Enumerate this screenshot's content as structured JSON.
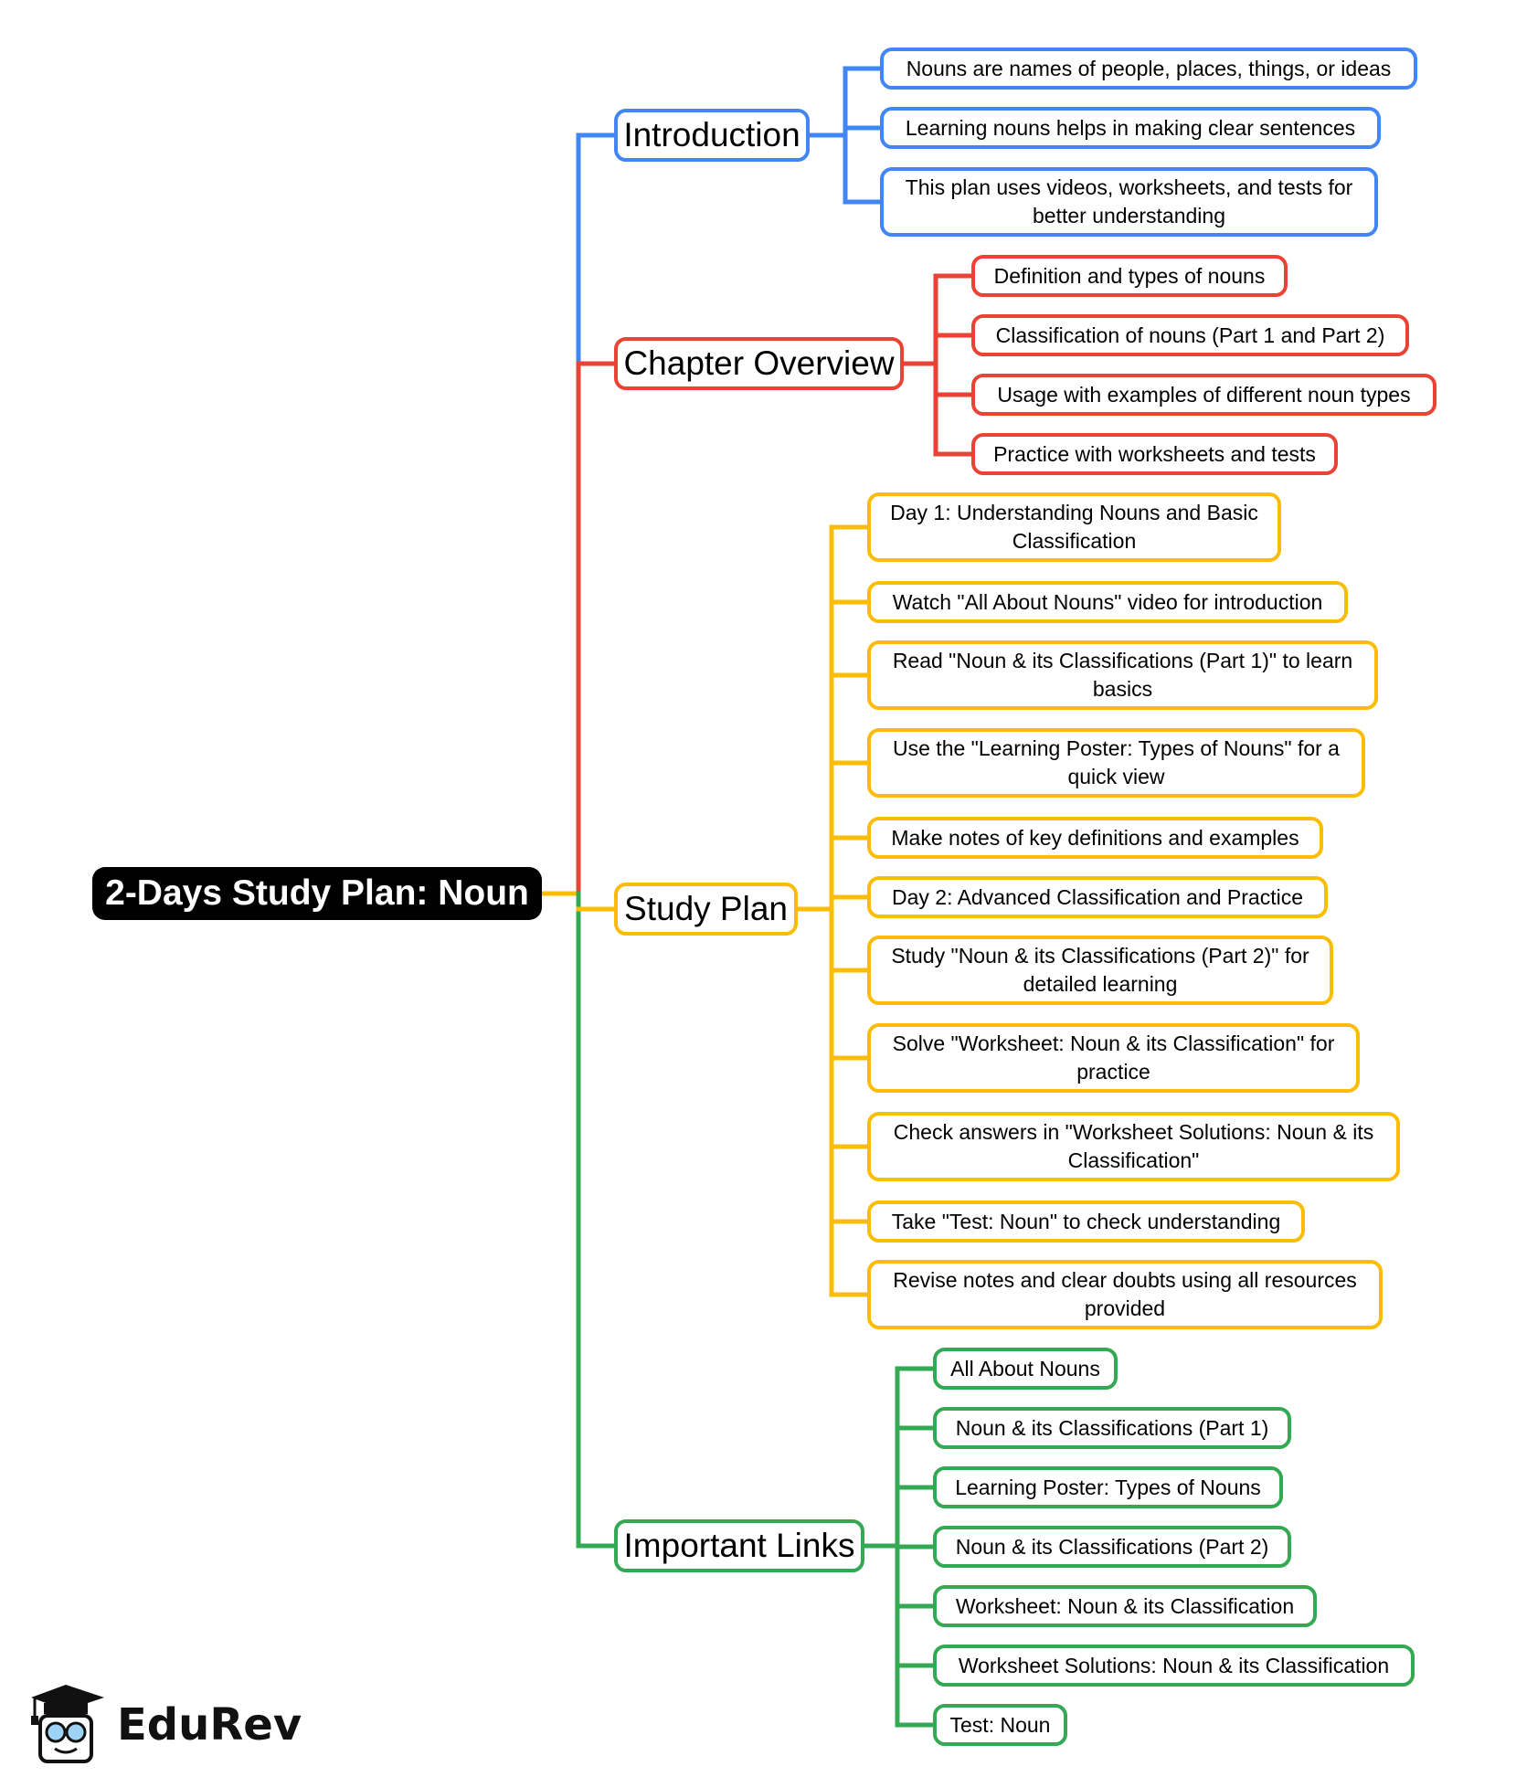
{
  "root": {
    "label": "2-Days Study Plan: Noun"
  },
  "branches": [
    {
      "id": "introduction",
      "label": "Introduction",
      "color": "#4285f4",
      "items": [
        "Nouns are names of people, places, things, or ideas",
        "Learning nouns helps in making clear sentences",
        "This plan uses videos, worksheets, and tests for better understanding"
      ]
    },
    {
      "id": "chapter-overview",
      "label": "Chapter Overview",
      "color": "#ea4335",
      "items": [
        "Definition and types of nouns",
        "Classification of nouns (Part 1 and Part 2)",
        "Usage with examples of different noun types",
        "Practice with worksheets and tests"
      ]
    },
    {
      "id": "study-plan",
      "label": "Study Plan",
      "color": "#fbbc05",
      "items": [
        "Day 1: Understanding Nouns and Basic Classification",
        "Watch \"All About Nouns\" video for introduction",
        "Read \"Noun & its Classifications (Part 1)\" to learn basics",
        "Use the \"Learning Poster: Types of Nouns\" for a quick view",
        "Make notes of key definitions and examples",
        "Day 2: Advanced Classification and Practice",
        "Study \"Noun & its Classifications (Part 2)\" for detailed learning",
        "Solve \"Worksheet: Noun & its Classification\" for practice",
        "Check answers in \"Worksheet Solutions: Noun & its Classification\"",
        "Take \"Test: Noun\" to check understanding",
        "Revise notes and clear doubts using all resources provided"
      ]
    },
    {
      "id": "important-links",
      "label": "Important Links",
      "color": "#34a853",
      "items": [
        "All About Nouns",
        "Noun & its Classifications (Part 1)",
        "Learning Poster: Types of Nouns",
        "Noun & its Classifications (Part 2)",
        "Worksheet: Noun & its Classification",
        "Worksheet Solutions: Noun & its Classification",
        "Test: Noun"
      ]
    }
  ],
  "brand": {
    "name": "EduRev",
    "icon": "graduation-cap-mascot-icon"
  }
}
